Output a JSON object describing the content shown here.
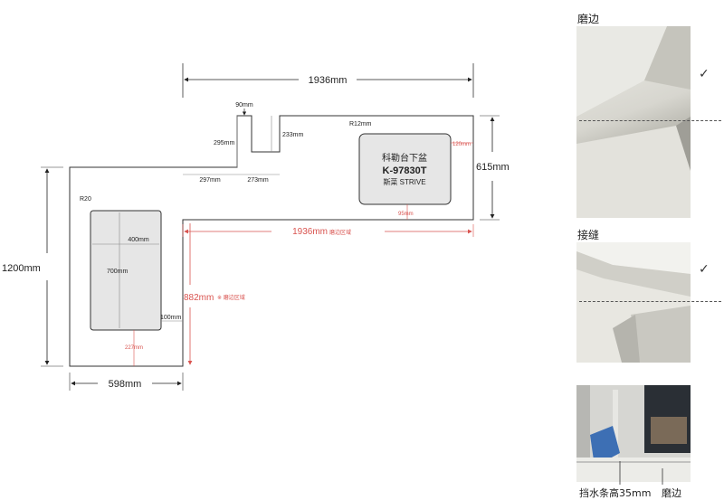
{
  "drawing": {
    "dim_top_width": "1936mm",
    "dim_notch_width": "90mm",
    "dim_notch_left_height": "295mm",
    "dim_notch_right_height": "233mm",
    "dim_297": "297mm",
    "dim_273": "273mm",
    "dim_radius_sink": "R12mm",
    "dim_sink_right": "120mm",
    "dim_sink_bottom": "95mm",
    "dim_right_height": "615mm",
    "dim_bottom_long": "1936mm",
    "dim_bottom_long_note": "磨边区域",
    "dim_left_height": "1200mm",
    "dim_radius_left": "R20",
    "dim_inner_width": "400mm",
    "dim_inner_height": "700mm",
    "dim_inner_right": "100mm",
    "dim_inner_bottom": "227mm",
    "dim_882": "882mm",
    "dim_882_note": "※ 磨边区域",
    "dim_bottom_width": "598mm",
    "sink_line1": "科勒台下盆",
    "sink_line2": "K-97830T",
    "sink_line3": "斯菜 STRIVE"
  },
  "panel": {
    "label_edge": "磨边",
    "label_seam": "接缝",
    "check_mark": "✓",
    "caption_left": "挡水条高35mm",
    "caption_right": "磨边"
  },
  "colors": {
    "red_dimension": "#d9534f",
    "sink_fill": "#e6e6e6",
    "outline": "#333333"
  }
}
